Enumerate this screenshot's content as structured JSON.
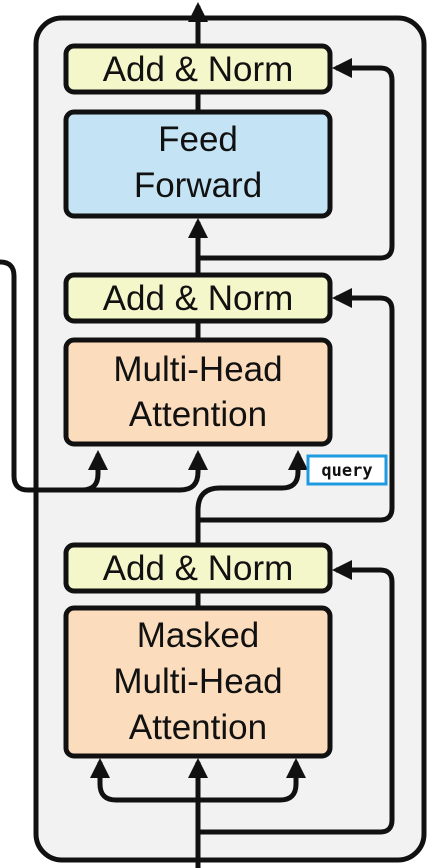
{
  "blocks": {
    "add_norm_top": {
      "label": "Add & Norm",
      "fill": "#f3f7c9"
    },
    "feed_forward": {
      "line1": "Feed",
      "line2": "Forward",
      "fill": "#c4e4f5"
    },
    "add_norm_mid": {
      "label": "Add & Norm",
      "fill": "#f3f7c9"
    },
    "multi_head_attention": {
      "line1": "Multi-Head",
      "line2": "Attention",
      "fill": "#fbdcbc"
    },
    "add_norm_bottom": {
      "label": "Add & Norm",
      "fill": "#f3f7c9"
    },
    "masked_attention": {
      "line1": "Masked",
      "line2": "Multi-Head",
      "line3": "Attention",
      "fill": "#fbdcbc"
    }
  },
  "annotation": {
    "label": "query",
    "border_color": "#1e9be0"
  },
  "colors": {
    "container_fill": "#f2f2f2",
    "stroke": "#111111"
  }
}
